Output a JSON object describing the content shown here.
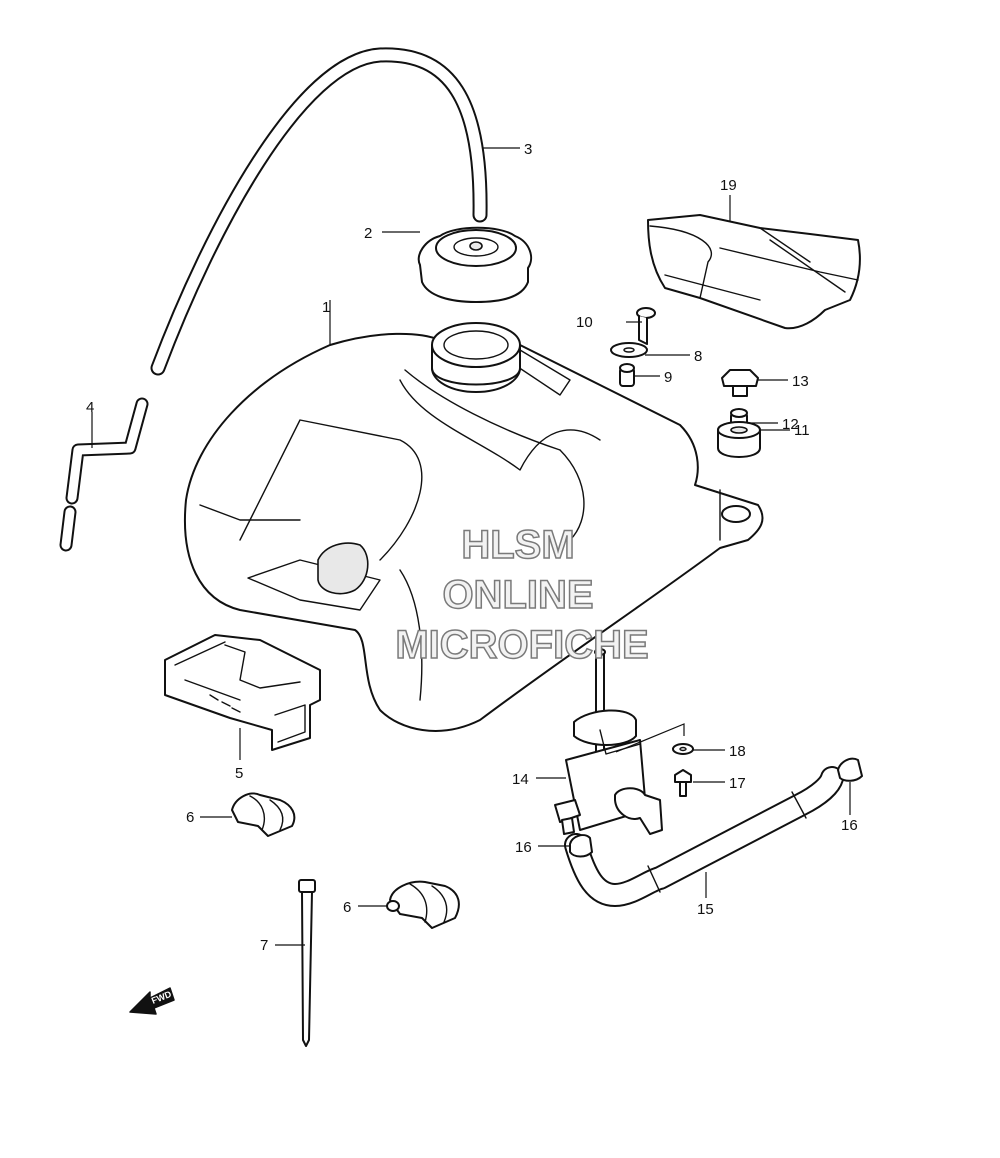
{
  "watermark": {
    "line1": "HLSM",
    "line2": "ONLINE",
    "line3": "MICROFICHE"
  },
  "direction_label": "FWD",
  "callouts": [
    "1",
    "2",
    "3",
    "4",
    "5",
    "6",
    "6",
    "7",
    "8",
    "9",
    "10",
    "11",
    "12",
    "13",
    "14",
    "15",
    "16",
    "16",
    "17",
    "18",
    "19"
  ]
}
